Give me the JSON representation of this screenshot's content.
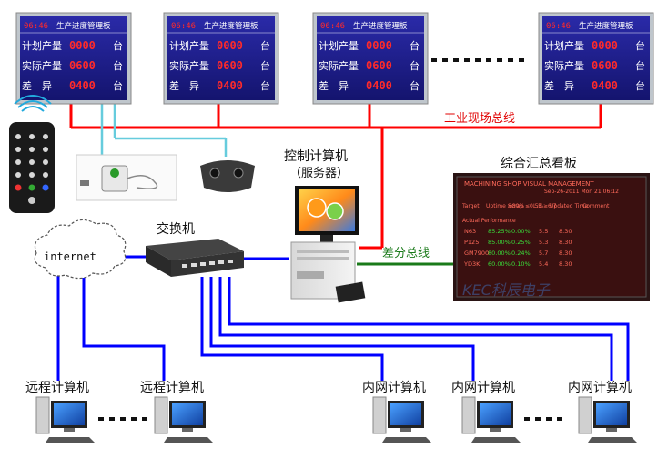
{
  "colors": {
    "bus_red": "#ff0000",
    "net_blue": "#0000ff",
    "sensor_cyan": "#66ccdd",
    "diff_green": "#1a7a1a",
    "board_bg": "#1a1a8c",
    "led_red": "#ff2a2a"
  },
  "boards": [
    {
      "clock": "06:46",
      "title": "生产进度管理板",
      "rows": [
        {
          "label": "计划产量",
          "value": "0000",
          "unit": "台"
        },
        {
          "label": "实际产量",
          "value": "0600",
          "unit": "台"
        },
        {
          "label": "差　异",
          "value": "0400",
          "unit": "台"
        }
      ]
    },
    {
      "clock": "06:46",
      "title": "生产进度管理板",
      "rows": [
        {
          "label": "计划产量",
          "value": "0000",
          "unit": "台"
        },
        {
          "label": "实际产量",
          "value": "0600",
          "unit": "台"
        },
        {
          "label": "差　异",
          "value": "0400",
          "unit": "台"
        }
      ]
    },
    {
      "clock": "06:46",
      "title": "生产进度管理板",
      "rows": [
        {
          "label": "计划产量",
          "value": "0000",
          "unit": "台"
        },
        {
          "label": "实际产量",
          "value": "0600",
          "unit": "台"
        },
        {
          "label": "差　异",
          "value": "0400",
          "unit": "台"
        }
      ]
    },
    {
      "clock": "06:46",
      "title": "生产进度管理板",
      "rows": [
        {
          "label": "计划产量",
          "value": "0000",
          "unit": "台"
        },
        {
          "label": "实际产量",
          "value": "0600",
          "unit": "台"
        },
        {
          "label": "差　异",
          "value": "0400",
          "unit": "台"
        }
      ]
    }
  ],
  "labels": {
    "fieldbus": "工业现场总线",
    "control_pc": "控制计算机",
    "server": "（服务器）",
    "summary_board": "综合汇总看板",
    "switch": "交换机",
    "diff_bus": "差分总线",
    "internet": "internet",
    "remote_pc": "远程计算机",
    "lan_pc": "内网计算机"
  },
  "summary_screen": {
    "header": "MACHINING SHOP VISUAL MANAGEMENT",
    "datetime": "Sep-26-2011  Mon  21:06:12",
    "columns": [
      "Target",
      "Uptime ≥80%",
      "Scrap ≤0.5%",
      "L.E ≥6.7",
      "Updated Time",
      "Comment"
    ],
    "section": "Actual Performance",
    "rows": [
      {
        "name": "N63",
        "c1": "85.25%",
        "c2": "0.00%",
        "c3": "5.5",
        "c4": "8.30"
      },
      {
        "name": "P125",
        "c1": "85.00%",
        "c2": "0.25%",
        "c3": "5.3",
        "c4": "8.30"
      },
      {
        "name": "GM7900",
        "c1": "80.00%",
        "c2": "0.24%",
        "c3": "5.7",
        "c4": "8.30"
      },
      {
        "name": "YD3K",
        "c1": "60.00%",
        "c2": "0.10%",
        "c3": "5.4",
        "c4": "8.30"
      }
    ],
    "watermark": "KEC科辰电子"
  }
}
